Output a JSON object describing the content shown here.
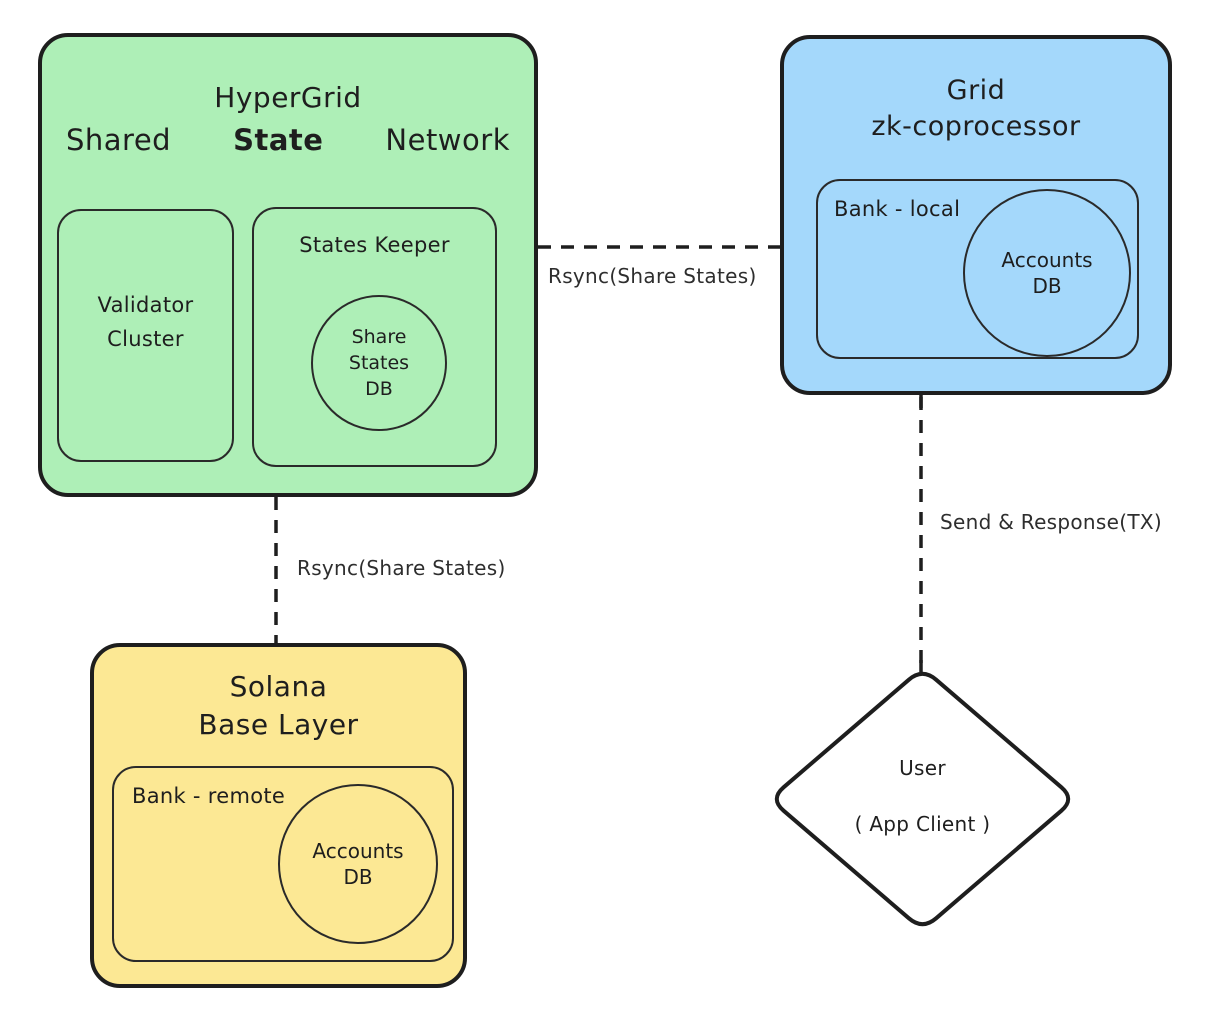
{
  "diagram": {
    "background_color": "#ffffff",
    "stroke_color": "#1e1e1e",
    "hypergrid": {
      "fill": "#aeefb7",
      "title": "HyperGrid",
      "subtitle_words": [
        "Shared",
        "State",
        "Network"
      ],
      "validator_cluster": {
        "line1": "Validator",
        "line2": "Cluster"
      },
      "states_keeper": {
        "label": "States Keeper",
        "share_states_db": {
          "line1": "Share",
          "line2": "States",
          "line3": "DB"
        }
      }
    },
    "grid_zk": {
      "fill": "#a4d8fb",
      "title": "Grid",
      "subtitle": "zk-coprocessor",
      "bank_local": {
        "label": "Bank - local",
        "accounts_db": {
          "line1": "Accounts",
          "line2": "DB"
        }
      }
    },
    "solana": {
      "fill": "#fce globalization",
      "fill_color": "#fce894",
      "title": "Solana",
      "subtitle": "Base Layer",
      "bank_remote": {
        "label": "Bank - remote",
        "accounts_db": {
          "line1": "Accounts",
          "line2": "DB"
        }
      }
    },
    "user": {
      "fill": "#ffffff",
      "line1": "User",
      "line2": "( App Client )"
    },
    "edges": {
      "hypergrid_grid": {
        "label": "Rsync(Share States)",
        "style": "dashed"
      },
      "hypergrid_solana": {
        "label": "Rsync(Share States)",
        "style": "dashed"
      },
      "grid_user": {
        "label": "Send & Response(TX)",
        "style": "dashed"
      }
    }
  }
}
